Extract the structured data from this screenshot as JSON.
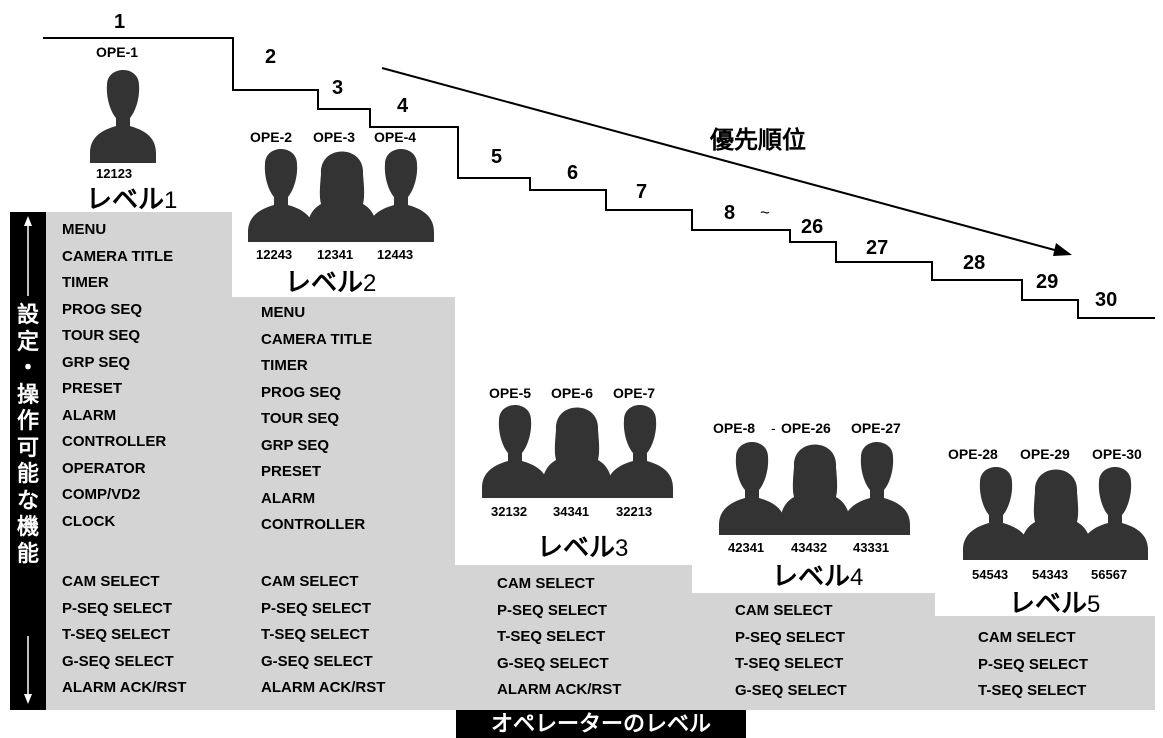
{
  "priority_label": "優先順位",
  "steps": [
    "1",
    "2",
    "3",
    "4",
    "5",
    "6",
    "7",
    "8",
    "~",
    "26",
    "27",
    "28",
    "29",
    "30"
  ],
  "axis": {
    "vertical_label": "設定・操作可能な機能",
    "horizontal_label": "オペレーターのレベル"
  },
  "levels": [
    {
      "label_kana": "レベル",
      "label_num": "1",
      "operators": [
        {
          "name": "OPE-1",
          "pin": "12123",
          "figure": "male"
        }
      ],
      "setup_functions": [
        "MENU",
        "CAMERA TITLE",
        "TIMER",
        "PROG SEQ",
        "TOUR SEQ",
        "GRP SEQ",
        "PRESET",
        "ALARM",
        "CONTROLLER",
        "OPERATOR",
        "COMP/VD2",
        "CLOCK"
      ],
      "operation_functions": [
        "CAM SELECT",
        "P-SEQ SELECT",
        "T-SEQ SELECT",
        "G-SEQ SELECT",
        "ALARM ACK/RST"
      ]
    },
    {
      "label_kana": "レベル",
      "label_num": "2",
      "operators": [
        {
          "name": "OPE-2",
          "pin": "12243",
          "figure": "male"
        },
        {
          "name": "OPE-3",
          "pin": "12341",
          "figure": "female"
        },
        {
          "name": "OPE-4",
          "pin": "12443",
          "figure": "male"
        }
      ],
      "setup_functions": [
        "MENU",
        "CAMERA TITLE",
        "TIMER",
        "PROG SEQ",
        "TOUR SEQ",
        "GRP SEQ",
        "PRESET",
        "ALARM",
        "CONTROLLER"
      ],
      "operation_functions": [
        "CAM SELECT",
        "P-SEQ SELECT",
        "T-SEQ SELECT",
        "G-SEQ SELECT",
        "ALARM ACK/RST"
      ]
    },
    {
      "label_kana": "レベル",
      "label_num": "3",
      "operators": [
        {
          "name": "OPE-5",
          "pin": "32132",
          "figure": "male"
        },
        {
          "name": "OPE-6",
          "pin": "34341",
          "figure": "female"
        },
        {
          "name": "OPE-7",
          "pin": "32213",
          "figure": "male"
        }
      ],
      "setup_functions": [],
      "operation_functions": [
        "CAM SELECT",
        "P-SEQ SELECT",
        "T-SEQ SELECT",
        "G-SEQ SELECT",
        "ALARM ACK/RST"
      ]
    },
    {
      "label_kana": "レベル",
      "label_num": "4",
      "operators": [
        {
          "name": "OPE-8",
          "pin": "42341",
          "figure": "male"
        },
        {
          "name": "OPE-26",
          "pin": "43432",
          "figure": "female"
        },
        {
          "name": "OPE-27",
          "pin": "43331",
          "figure": "male"
        }
      ],
      "operator_separator": "-",
      "setup_functions": [],
      "operation_functions": [
        "CAM SELECT",
        "P-SEQ SELECT",
        "T-SEQ SELECT",
        "G-SEQ SELECT"
      ]
    },
    {
      "label_kana": "レベル",
      "label_num": "5",
      "operators": [
        {
          "name": "OPE-28",
          "pin": "54543",
          "figure": "male"
        },
        {
          "name": "OPE-29",
          "pin": "54343",
          "figure": "female"
        },
        {
          "name": "OPE-30",
          "pin": "56567",
          "figure": "male"
        }
      ],
      "setup_functions": [],
      "operation_functions": [
        "CAM SELECT",
        "P-SEQ SELECT",
        "T-SEQ SELECT"
      ]
    }
  ]
}
